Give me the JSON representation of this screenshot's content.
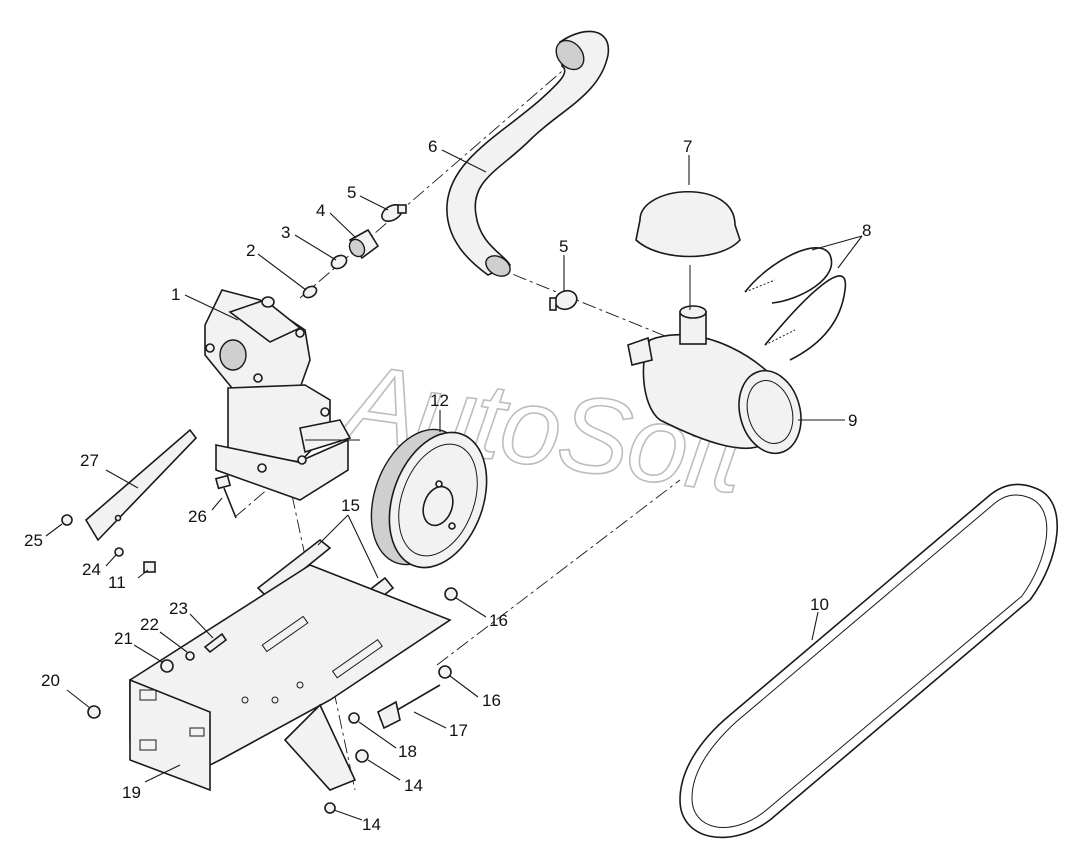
{
  "watermark": "AutoSoft",
  "callouts": [
    {
      "id": "c1",
      "text": "1"
    },
    {
      "id": "c2",
      "text": "2"
    },
    {
      "id": "c3",
      "text": "3"
    },
    {
      "id": "c4",
      "text": "4"
    },
    {
      "id": "c5a",
      "text": "5"
    },
    {
      "id": "c5b",
      "text": "5"
    },
    {
      "id": "c6",
      "text": "6"
    },
    {
      "id": "c7",
      "text": "7"
    },
    {
      "id": "c8",
      "text": "8"
    },
    {
      "id": "c9",
      "text": "9"
    },
    {
      "id": "c10",
      "text": "10"
    },
    {
      "id": "c11",
      "text": "11"
    },
    {
      "id": "c12",
      "text": "12"
    },
    {
      "id": "c14a",
      "text": "14"
    },
    {
      "id": "c14b",
      "text": "14"
    },
    {
      "id": "c15",
      "text": "15"
    },
    {
      "id": "c16a",
      "text": "16"
    },
    {
      "id": "c16b",
      "text": "16"
    },
    {
      "id": "c17",
      "text": "17"
    },
    {
      "id": "c18",
      "text": "18"
    },
    {
      "id": "c19",
      "text": "19"
    },
    {
      "id": "c20",
      "text": "20"
    },
    {
      "id": "c21",
      "text": "21"
    },
    {
      "id": "c22",
      "text": "22"
    },
    {
      "id": "c23",
      "text": "23"
    },
    {
      "id": "c24",
      "text": "24"
    },
    {
      "id": "c25",
      "text": "25"
    },
    {
      "id": "c26",
      "text": "26"
    },
    {
      "id": "c27",
      "text": "27"
    }
  ]
}
